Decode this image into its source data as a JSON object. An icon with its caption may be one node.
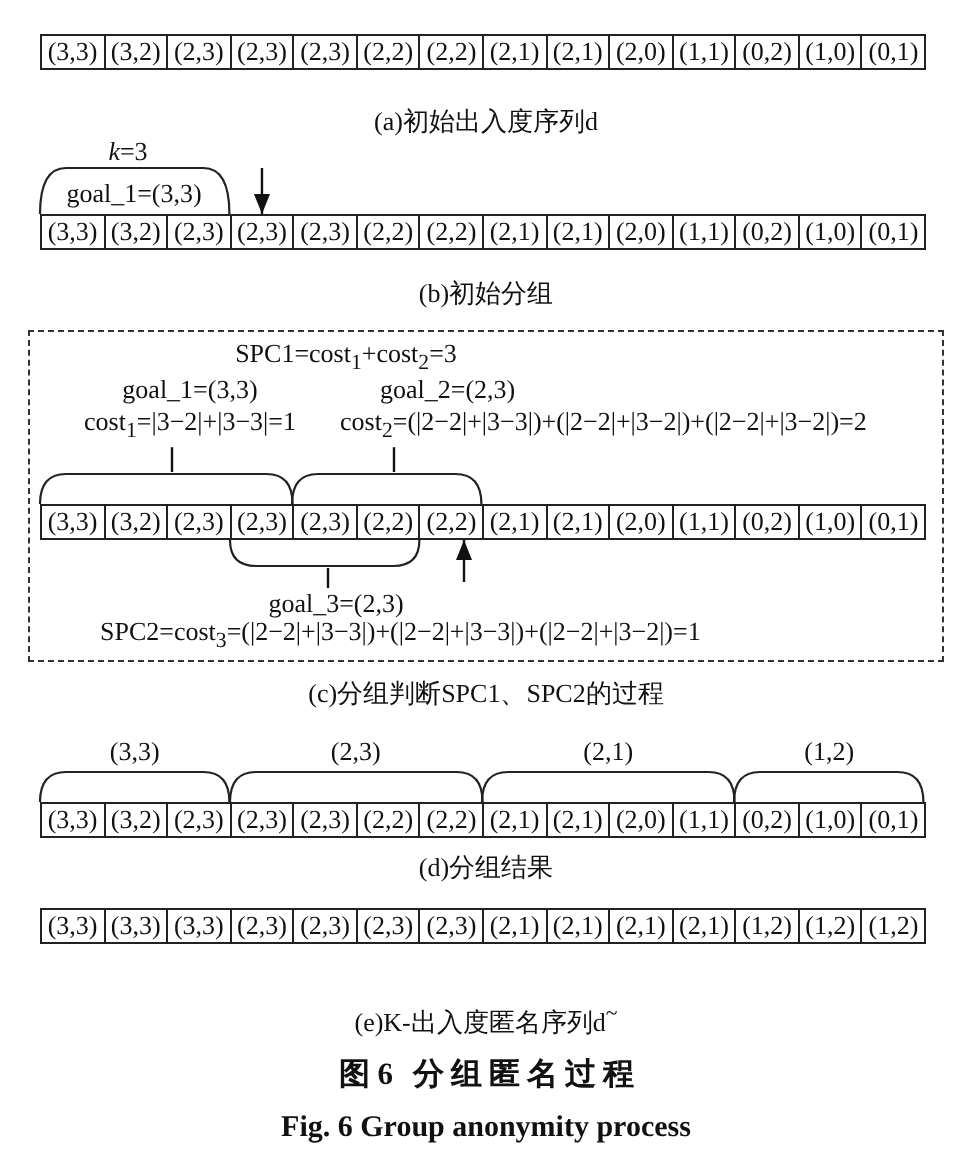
{
  "diagram": {
    "caption": "图6 分组匿名过程",
    "nodes": [
      {
        "text": [
          "(3,3)"
        ]
      },
      {
        "text": [
          "(3,2)"
        ]
      },
      {
        "text": [
          "(2,3)"
        ]
      },
      {
        "text": [
          "(2,3)"
        ]
      },
      {
        "text": [
          "(2,3)"
        ]
      },
      {
        "text": [
          "(2,2)"
        ]
      },
      {
        "text": [
          "(2,2)"
        ]
      },
      {
        "text": [
          "(2,1)"
        ]
      },
      {
        "text": [
          "(2,1)"
        ]
      },
      {
        "text": [
          "(2,0)"
        ]
      },
      {
        "text": [
          "(1,1)"
        ]
      },
      {
        "text": [
          "(0,2)"
        ]
      },
      {
        "text": [
          "(1,0)"
        ]
      },
      {
        "text": [
          "(0,1)"
        ]
      },
      {
        "text": [
          "goal_1=(3,3)"
        ]
      },
      {
        "text": [
          "(3,3)"
        ]
      },
      {
        "text": [
          "(3,2)"
        ]
      },
      {
        "text": [
          "(2,3)"
        ]
      },
      {
        "text": [
          "(2,3)"
        ]
      },
      {
        "text": [
          "(2,3)"
        ]
      },
      {
        "text": [
          "(2,2)"
        ]
      },
      {
        "text": [
          "(2,2)"
        ]
      },
      {
        "text": [
          "(2,1)"
        ]
      },
      {
        "text": [
          "(2,1)"
        ]
      },
      {
        "text": [
          "(2,0)"
        ]
      },
      {
        "text": [
          "(1,1)"
        ]
      },
      {
        "text": [
          "(0,2)"
        ]
      },
      {
        "text": [
          "(1,0)"
        ]
      },
      {
        "text": [
          "(0,1)"
        ]
      },
      {
        "text": [
          "SPC1=cost$_{1}$+cost$_{2}$=3",
          "SPC2=cost$_{3}$=(|2−2|+|3−3|)+(|2−2|+|3−3|)+(|2−2|+|3−2|)=1"
        ]
      },
      {
        "text": [
          "goal_1=(3,3)",
          "cost$_{1}$=|3−2|+|3−3|=1"
        ],
        "in": 29
      },
      {
        "text": [
          "goal_2=(2,3)",
          "cost$_{2}$=(|2−2|+|3−3|)+(|2−2|+|3−2|)+(|2−2|+|3−2|)=2"
        ],
        "in": 29
      },
      {
        "text": [],
        "shape": "bracket",
        "in": 29
      },
      {
        "text": [],
        "shape": "bracket",
        "in": 29
      },
      {
        "text": [
          "(3,3)"
        ],
        "in": 29
      },
      {
        "text": [
          "(3,2)"
        ],
        "in": 29
      },
      {
        "text": [
          "(2,3)"
        ],
        "in": 29
      },
      {
        "text": [
          "(2,3)"
        ],
        "in": 29
      },
      {
        "text": [
          "(2,3)"
        ],
        "in": 29
      },
      {
        "text": [
          "(2,2)"
        ],
        "in": 29
      },
      {
        "text": [
          "(2,2)"
        ],
        "in": 29
      },
      {
        "text": [
          "(2,1)"
        ],
        "in": 29
      },
      {
        "text": [
          "(2,1)"
        ],
        "in": 29
      },
      {
        "text": [
          "(2,0)"
        ],
        "in": 29
      },
      {
        "text": [
          "(1,1)"
        ],
        "in": 29
      },
      {
        "text": [
          "(0,2)"
        ],
        "in": 29
      },
      {
        "text": [
          "(1,0)"
        ],
        "in": 29
      },
      {
        "text": [
          "(0,1)"
        ],
        "in": 29
      },
      {
        "text": [],
        "shape": "bracket",
        "in": 29
      },
      {
        "text": [
          "goal_3=(2,3)"
        ],
        "in": 29
      },
      {
        "text": [
          "(3,3)"
        ]
      },
      {
        "text": [
          "(2,3)"
        ]
      },
      {
        "text": [
          "(2,1)"
        ]
      },
      {
        "text": [
          "(1,2)"
        ]
      },
      {
        "text": [
          "(3,3)"
        ]
      },
      {
        "text": [
          "(3,2)"
        ]
      },
      {
        "text": [
          "(2,3)"
        ]
      },
      {
        "text": [
          "(2,3)"
        ]
      },
      {
        "text": [
          "(2,3)"
        ]
      },
      {
        "text": [
          "(2,2)"
        ]
      },
      {
        "text": [
          "(2,2)"
        ]
      },
      {
        "text": [
          "(2,1)"
        ]
      },
      {
        "text": [
          "(2,1)"
        ]
      },
      {
        "text": [
          "(2,0)"
        ]
      },
      {
        "text": [
          "(1,1)"
        ]
      },
      {
        "text": [
          "(0,2)"
        ]
      },
      {
        "text": [
          "(1,0)"
        ]
      },
      {
        "text": [
          "(0,1)"
        ]
      },
      {
        "text": [
          "(3,3)"
        ]
      },
      {
        "text": [
          "(3,3)"
        ]
      },
      {
        "text": [
          "(3,3)"
        ]
      },
      {
        "text": [
          "(2,3)"
        ]
      },
      {
        "text": [
          "(2,3)"
        ]
      },
      {
        "text": [
          "(2,3)"
        ]
      },
      {
        "text": [
          "(2,3)"
        ]
      },
      {
        "text": [
          "(2,1)"
        ]
      },
      {
        "text": [
          "(2,1)"
        ]
      },
      {
        "text": [
          "(2,1)"
        ]
      },
      {
        "text": [
          "(2,1)"
        ]
      },
      {
        "text": [
          "(1,2)"
        ]
      },
      {
        "text": [
          "(1,2)"
        ]
      },
      {
        "text": [
          "(1,2)"
        ]
      }
    ],
    "edges": [
      {
        "from": null,
        "to": 18,
        "arrow": "to"
      },
      {
        "from": 30,
        "to": 32,
        "arrow": "none"
      },
      {
        "from": 31,
        "to": 33,
        "arrow": "none"
      },
      {
        "from": 49,
        "to": 48,
        "arrow": "none"
      },
      {
        "from": null,
        "to": 40,
        "arrow": "to"
      }
    ],
    "labels": [
      "(a)初始出入度序列d",
      "*k*=3",
      "(b)初始分组",
      "(c)分组判断SPC1、SPC2的过程",
      "(d)分组结果",
      "(e)K-出入度匿名序列d$^{~}$",
      "Fig. 6 Group anonymity process"
    ]
  }
}
